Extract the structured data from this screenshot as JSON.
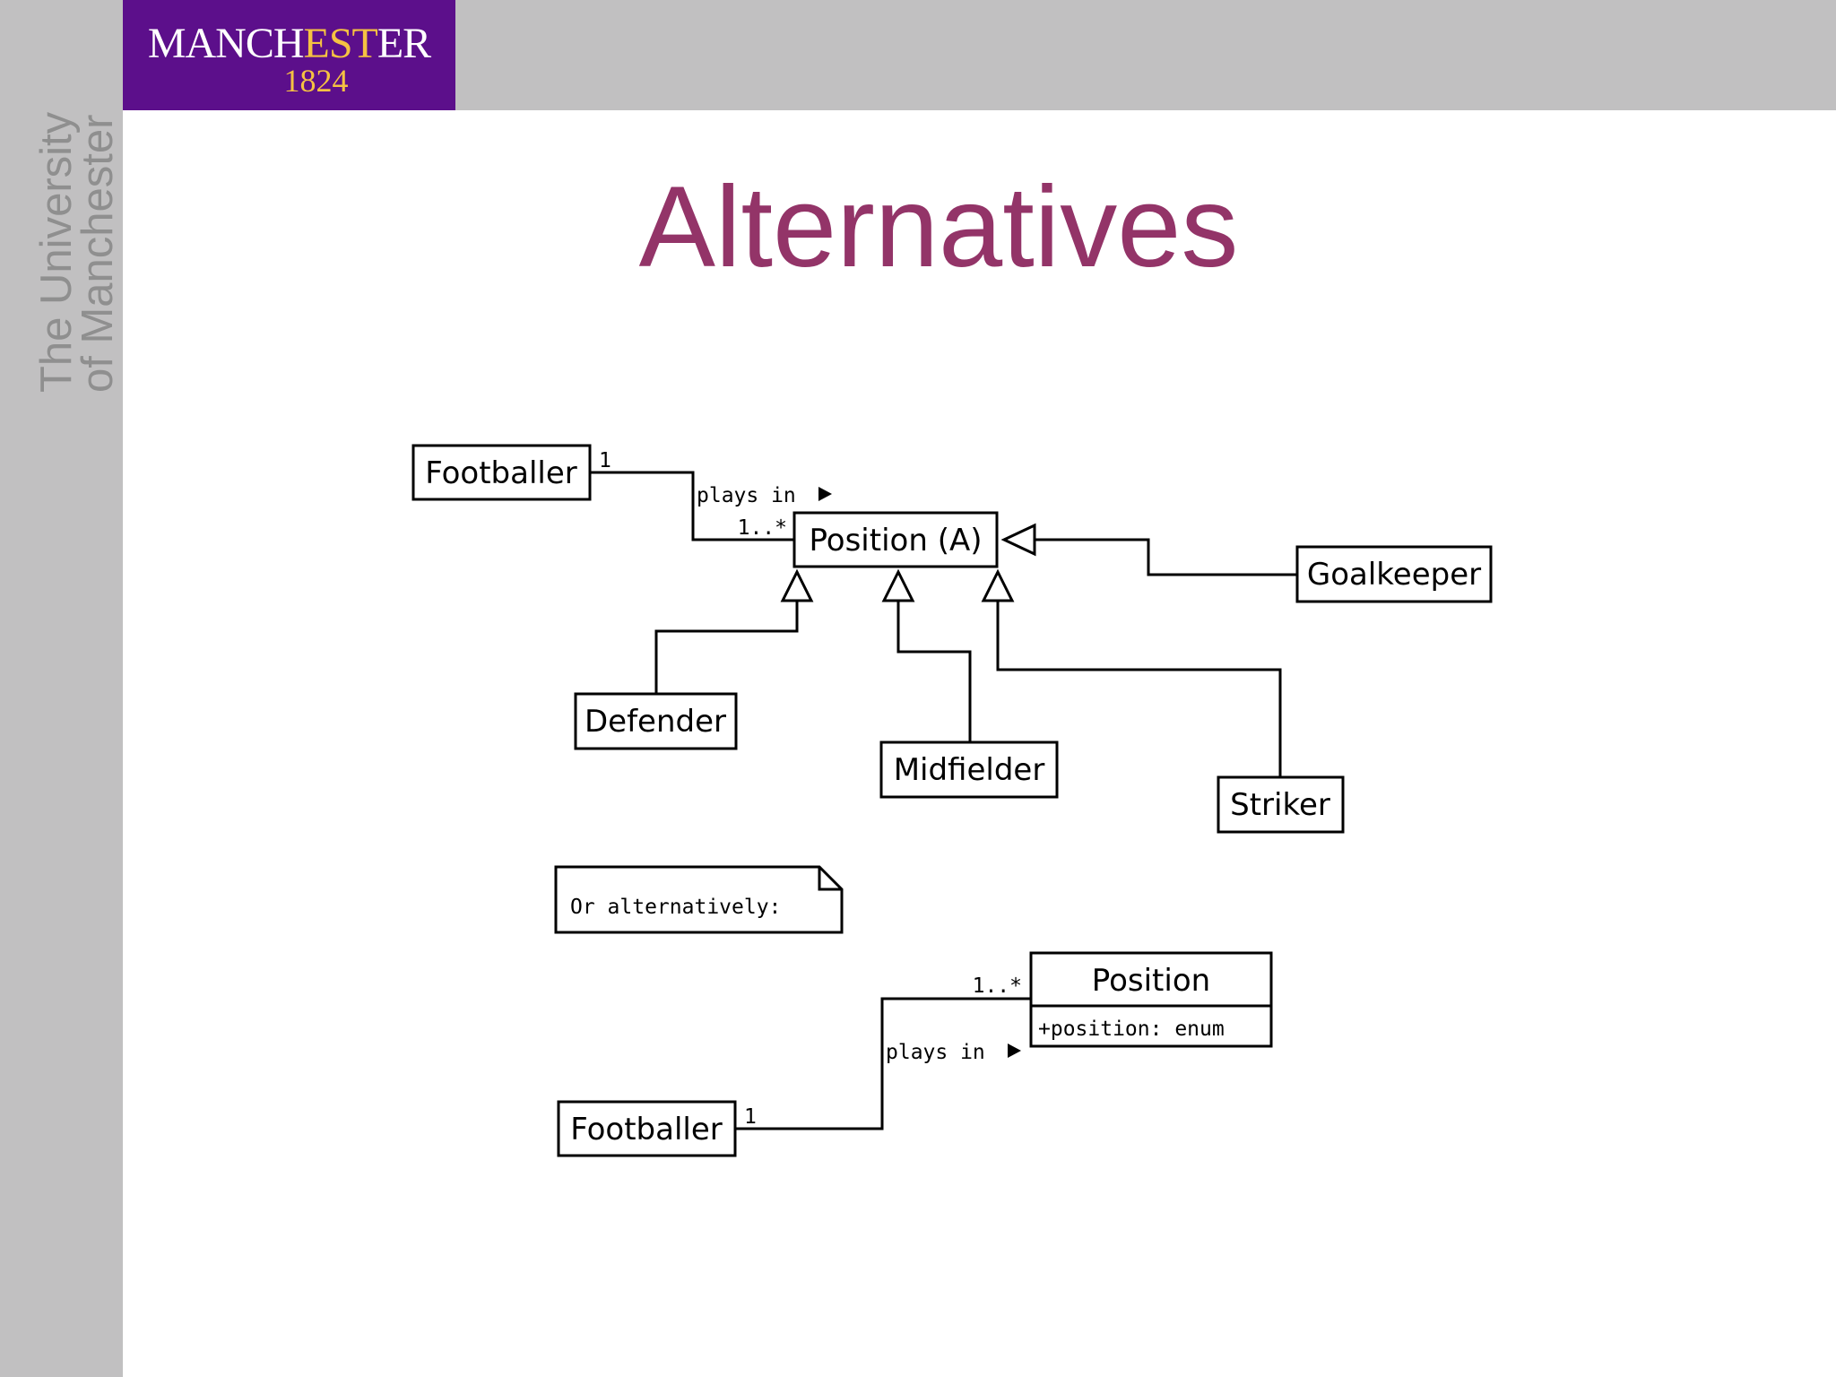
{
  "logo": {
    "wordmark_a": "MANCH",
    "wordmark_b": "EST",
    "wordmark_c": "ER",
    "year": "1824"
  },
  "sidebar": {
    "line1": "The University",
    "line2": "of Manchester"
  },
  "title": "Alternatives",
  "diagram1": {
    "footballer": "Footballer",
    "mult_one": "1",
    "assoc_label": "plays in",
    "mult_many": "1..*",
    "position": "Position (A)",
    "subclasses": [
      "Goalkeeper",
      "Defender",
      "Midfielder",
      "Striker"
    ]
  },
  "note": "Or alternatively:",
  "diagram2": {
    "mult_many": "1..*",
    "position": "Position",
    "attribute": "+position: enum",
    "assoc_label": "plays in",
    "footballer": "Footballer",
    "mult_one": "1"
  },
  "colors": {
    "purple": "#5c0f8b",
    "gold": "#f5c242",
    "title": "#933468",
    "sidebar": "#c1c0c1"
  }
}
